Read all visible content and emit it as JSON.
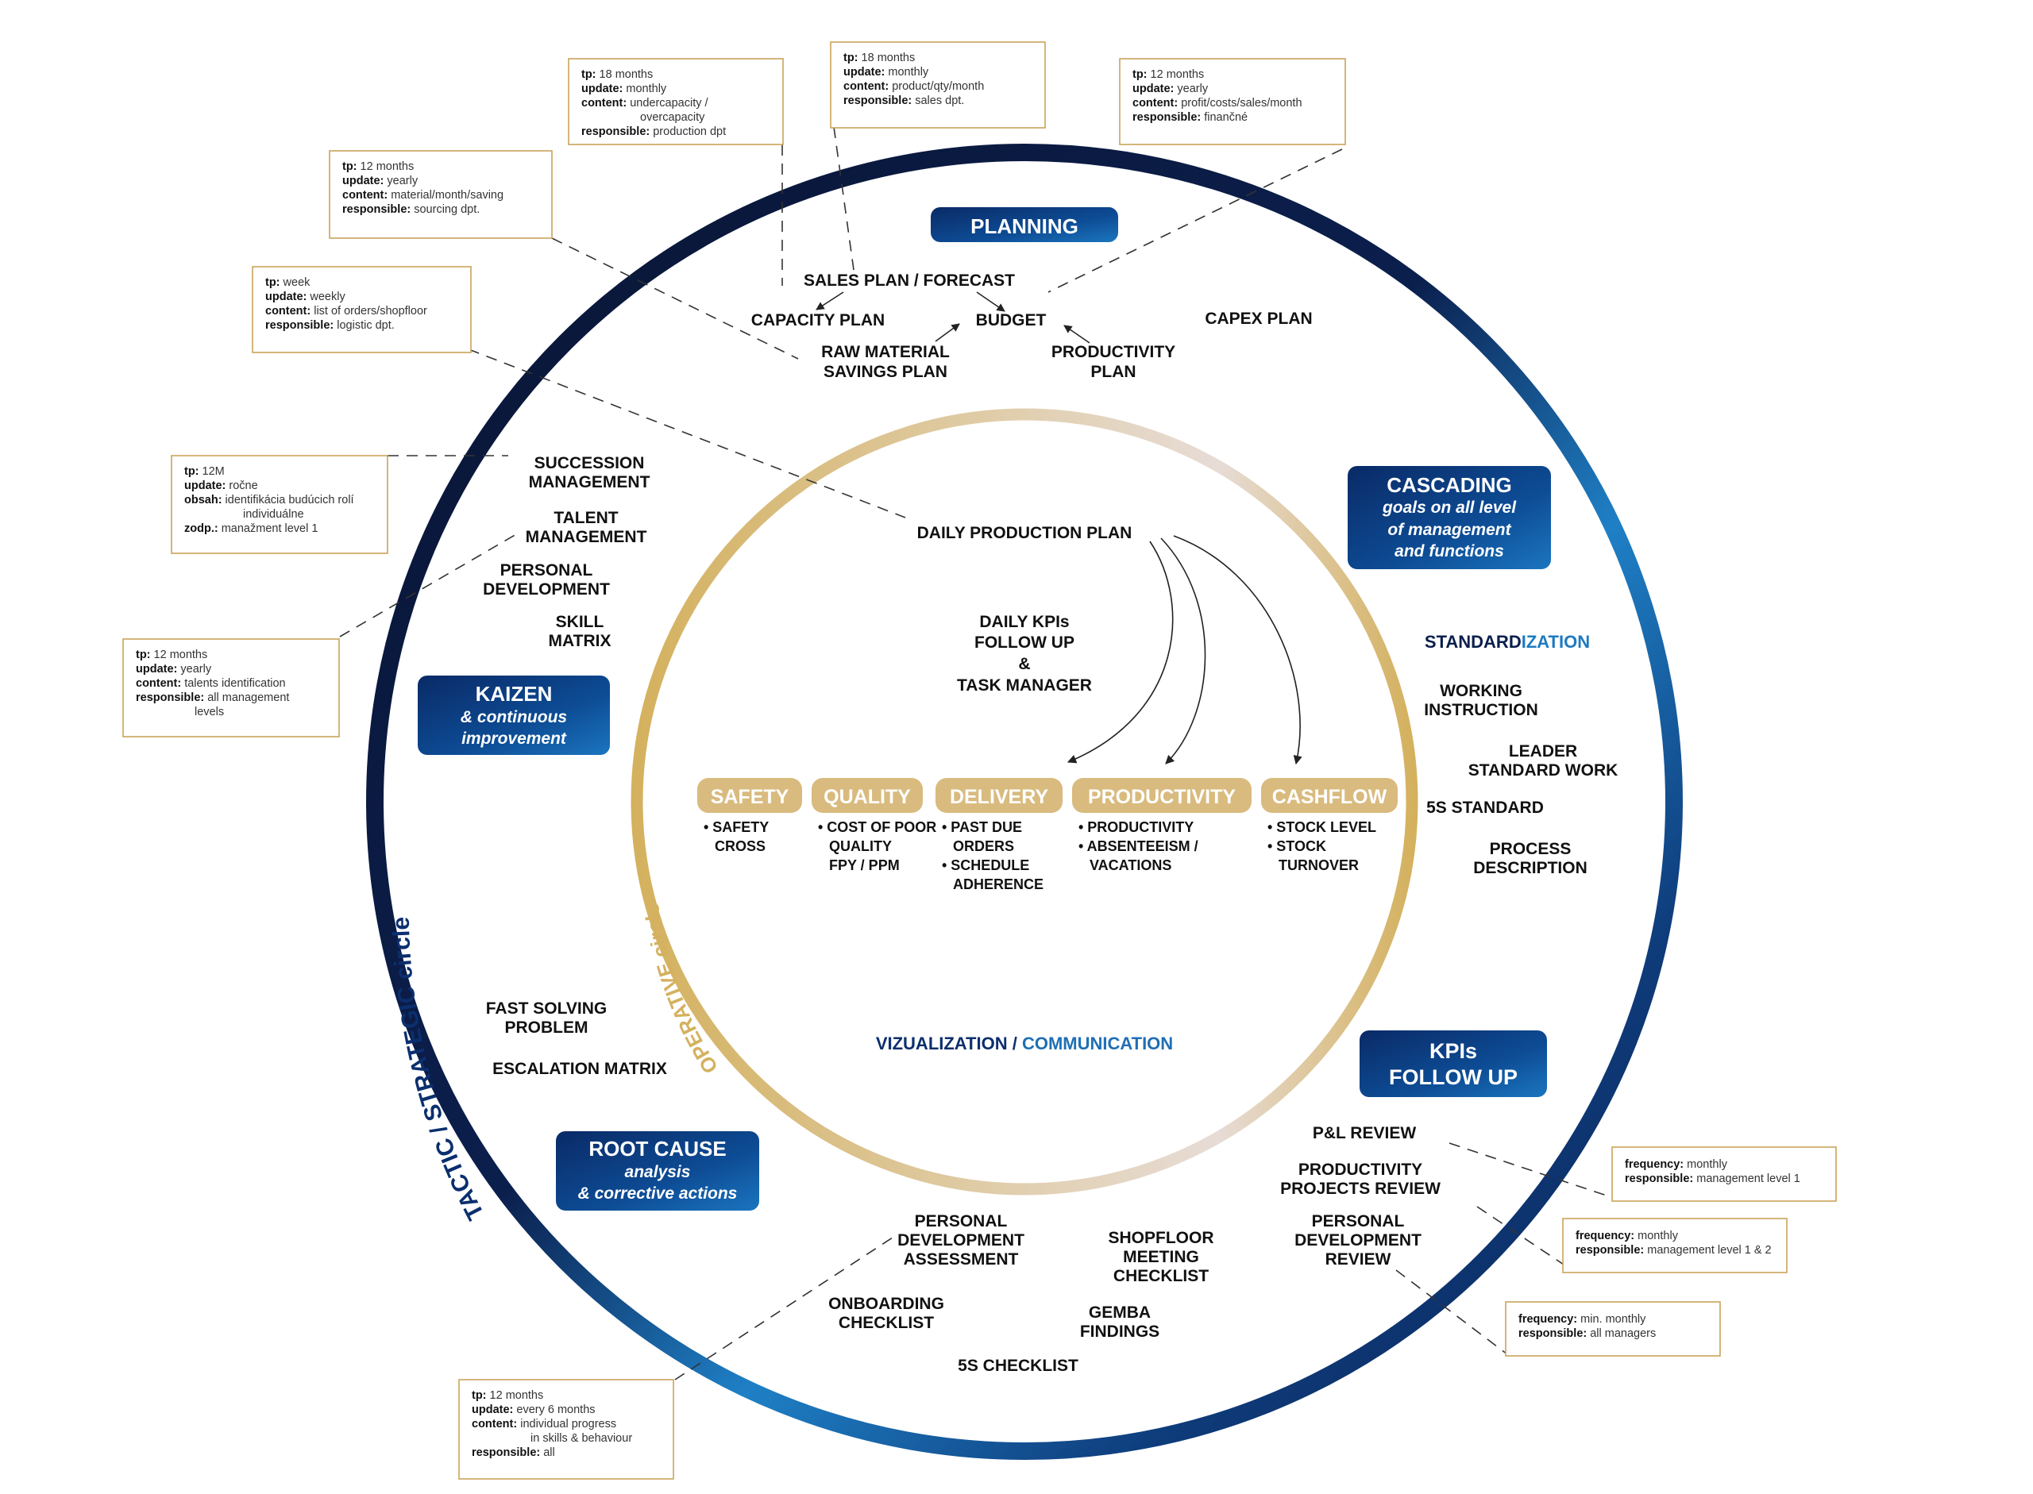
{
  "colors": {
    "navy": "#0b1f4d",
    "blue": "#1b6fb5",
    "gold": "#d4b15e",
    "gold_box": "#d9bb7f",
    "box_border": "#c9a45a"
  },
  "planning": {
    "title": "PLANNING",
    "sales_plan": "SALES PLAN / FORECAST",
    "capacity_plan": "CAPACITY PLAN",
    "budget": "BUDGET",
    "capex_plan": "CAPEX PLAN",
    "raw_material": [
      "RAW MATERIAL",
      "SAVINGS PLAN"
    ],
    "productivity_plan": [
      "PRODUCTIVITY",
      "PLAN"
    ]
  },
  "info_boxes": {
    "capacity": [
      {
        "k": "tp:",
        "v": " 18 months"
      },
      {
        "k": "update:",
        "v": " monthly"
      },
      {
        "k": "content:",
        "v": " undercapacity /"
      },
      {
        "k": "",
        "v": "overcapacity"
      },
      {
        "k": "responsible:",
        "v": " production dpt"
      }
    ],
    "sales": [
      {
        "k": "tp:",
        "v": " 18 months"
      },
      {
        "k": "update:",
        "v": " monthly"
      },
      {
        "k": "content:",
        "v": " product/qty/month"
      },
      {
        "k": "responsible:",
        "v": " sales dpt."
      }
    ],
    "budget": [
      {
        "k": "tp:",
        "v": " 12 months"
      },
      {
        "k": "update:",
        "v": " yearly"
      },
      {
        "k": "content:",
        "v": " profit/costs/sales/month"
      },
      {
        "k": "responsible:",
        "v": " finančné"
      }
    ],
    "sourcing": [
      {
        "k": "tp:",
        "v": " 12 months"
      },
      {
        "k": "update:",
        "v": " yearly"
      },
      {
        "k": "content:",
        "v": " material/month/saving"
      },
      {
        "k": "responsible:",
        "v": " sourcing dpt."
      }
    ],
    "logistic": [
      {
        "k": "tp:",
        "v": " week"
      },
      {
        "k": "update:",
        "v": " weekly"
      },
      {
        "k": "content:",
        "v": " list of orders/shopfloor"
      },
      {
        "k": "responsible:",
        "v": " logistic dpt."
      }
    ],
    "succession": [
      {
        "k": "tp:",
        "v": " 12M"
      },
      {
        "k": "update:",
        "v": " ročne"
      },
      {
        "k": "obsah:",
        "v": " identifikácia budúcich rolí"
      },
      {
        "k": "",
        "v": "individuálne"
      },
      {
        "k": "zodp.:",
        "v": " manažment level 1"
      }
    ],
    "talent": [
      {
        "k": "tp:",
        "v": " 12 months"
      },
      {
        "k": "update:",
        "v": " yearly"
      },
      {
        "k": "content:",
        "v": " talents identification"
      },
      {
        "k": "responsible:",
        "v": " all management"
      },
      {
        "k": "",
        "v": "levels"
      }
    ],
    "assessment": [
      {
        "k": "tp:",
        "v": " 12 months"
      },
      {
        "k": "update:",
        "v": " every 6 months"
      },
      {
        "k": "content:",
        "v": " individual progress"
      },
      {
        "k": "",
        "v": "in skills & behaviour"
      },
      {
        "k": "responsible:",
        "v": " all"
      }
    ],
    "pl_review": [
      {
        "k": "frequency:",
        "v": " monthly"
      },
      {
        "k": "responsible:",
        "v": " management level 1"
      }
    ],
    "productivity_review": [
      {
        "k": "frequency:",
        "v": " monthly"
      },
      {
        "k": "responsible:",
        "v": " management level 1 & 2"
      }
    ],
    "development_review": [
      {
        "k": "frequency:",
        "v": " min. monthly"
      },
      {
        "k": "responsible:",
        "v": " all managers"
      }
    ]
  },
  "cascading": [
    "CASCADING",
    "goals on all level",
    "of management",
    "and functions"
  ],
  "standardization": {
    "part1": "STANDARD",
    "part2": "IZATION"
  },
  "standard_items": {
    "working": [
      "WORKING",
      "INSTRUCTION"
    ],
    "leader": [
      "LEADER",
      "STANDARD WORK"
    ],
    "five_s": "5S STANDARD",
    "process": [
      "PROCESS",
      "DESCRIPTION"
    ]
  },
  "kpis_box": [
    "KPIs",
    "FOLLOW UP"
  ],
  "kpi_reviews": {
    "pl": "P&L REVIEW",
    "productivity": [
      "PRODUCTIVITY",
      "PROJECTS REVIEW"
    ],
    "development": [
      "PERSONAL",
      "DEVELOPMENT",
      "REVIEW"
    ]
  },
  "root_cause": [
    "ROOT CAUSE",
    "analysis",
    "& corrective actions"
  ],
  "bottom_items": {
    "assessment": [
      "PERSONAL",
      "DEVELOPMENT",
      "ASSESSMENT"
    ],
    "shopfloor": [
      "SHOPFLOOR",
      "MEETING",
      "CHECKLIST"
    ],
    "onboarding": [
      "ONBOARDING",
      "CHECKLIST"
    ],
    "gemba": [
      "GEMBA",
      "FINDINGS"
    ],
    "five_s": "5S CHECKLIST"
  },
  "kaizen": [
    "KAIZEN",
    "& continuous",
    "improvement"
  ],
  "left_items": {
    "succession": [
      "SUCCESSION",
      "MANAGEMENT"
    ],
    "talent": [
      "TALENT",
      "MANAGEMENT"
    ],
    "personal": [
      "PERSONAL",
      "DEVELOPMENT"
    ],
    "skill": [
      "SKILL",
      "MATRIX"
    ],
    "fast": [
      "FAST SOLVING",
      "PROBLEM"
    ],
    "escalation": "ESCALATION MATRIX"
  },
  "outer_label": "TACTIC / STRATEGIC circle",
  "inner_label": "OPERATIVE circle",
  "inner": {
    "daily_plan": "DAILY PRODUCTION PLAN",
    "daily_kpis": [
      "DAILY KPIs",
      "FOLLOW UP",
      "&",
      "TASK MANAGER"
    ],
    "vizualization": {
      "part1": "VIZUALIZATION / ",
      "part2": "COMMUNICATION"
    }
  },
  "kpi_categories": [
    {
      "title": "SAFETY",
      "items": [
        "• SAFETY",
        "  CROSS"
      ]
    },
    {
      "title": "QUALITY",
      "items": [
        "• COST OF POOR",
        "  QUALITY",
        "  FPY / PPM"
      ]
    },
    {
      "title": "DELIVERY",
      "items": [
        "• PAST DUE",
        "  ORDERS",
        "• SCHEDULE",
        "  ADHERENCE"
      ]
    },
    {
      "title": "PRODUCTIVITY",
      "items": [
        "• PRODUCTIVITY",
        "• ABSENTEEISM /",
        "  VACATIONS"
      ]
    },
    {
      "title": "CASHFLOW",
      "items": [
        "• STOCK LEVEL",
        "• STOCK",
        "  TURNOVER"
      ]
    }
  ]
}
